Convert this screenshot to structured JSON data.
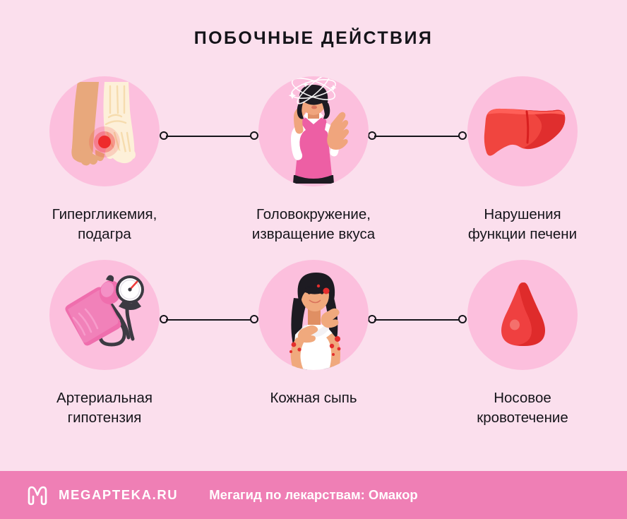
{
  "page": {
    "title": "ПОБОЧНЫЕ ДЕЙСТВИЯ",
    "background_color": "#FBDFED",
    "circle_color": "#FCBFDD",
    "text_color": "#15141A"
  },
  "items": [
    {
      "icon": "gout-foot-icon",
      "caption": "Гипергликемия,\nподагра"
    },
    {
      "icon": "dizzy-woman-icon",
      "caption": "Головокружение,\nизвращение вкуса"
    },
    {
      "icon": "liver-icon",
      "caption": "Нарушения\nфункции печени"
    },
    {
      "icon": "blood-pressure-monitor-icon",
      "caption": "Артериальная\nгипотензия"
    },
    {
      "icon": "skin-rash-woman-icon",
      "caption": "Кожная сыпь"
    },
    {
      "icon": "blood-drop-icon",
      "caption": "Носовое\nкровотечение"
    }
  ],
  "connectors": {
    "line_color": "#15141A",
    "node_icon": "circle-node-icon"
  },
  "footer": {
    "background_color": "#EF7FB5",
    "logo_icon": "megapteka-m-logo-icon",
    "brand": "MEGAPTEKA.RU",
    "subtitle": "Мегагид по лекарствам: Омакор",
    "text_color": "#FFFFFF"
  }
}
